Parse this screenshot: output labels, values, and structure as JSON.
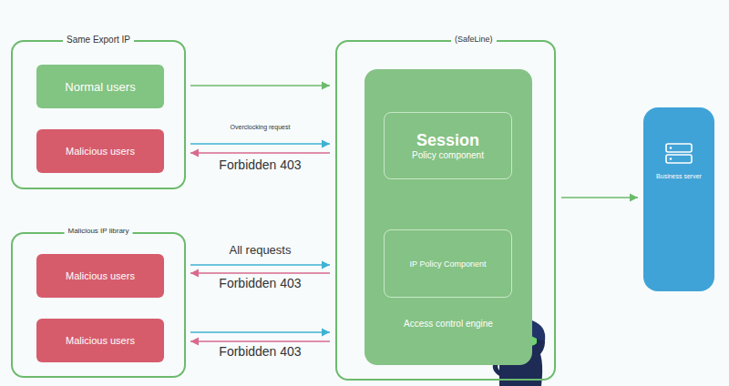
{
  "diagram": {
    "nodes": [
      {
        "text": [
          "Same Export IP"
        ]
      },
      {
        "text": [
          "Normal users"
        ],
        "in": 0
      },
      {
        "text": [
          "Malicious users"
        ],
        "in": 0
      },
      {
        "text": [
          "Malicious IP library"
        ]
      },
      {
        "text": [
          "Malicious users"
        ],
        "in": 3
      },
      {
        "text": [
          "Malicious users"
        ],
        "in": 3
      },
      {
        "text": [
          "(SafeLine)"
        ]
      },
      {
        "text": [
          "Access control engine"
        ],
        "in": 6
      },
      {
        "text": [
          "Session",
          "Policy component"
        ],
        "in": 7
      },
      {
        "text": [
          "IP Policy Component"
        ],
        "in": 7
      },
      {
        "text": [
          "Business server"
        ]
      }
    ],
    "edges": [
      {
        "from": 1,
        "to": 6,
        "arrow": "to"
      },
      {
        "from": 2,
        "to": 6,
        "label": "Overclocking request",
        "arrow": "to"
      },
      {
        "from": 6,
        "to": 2,
        "label": "Forbidden 403",
        "arrow": "to"
      },
      {
        "from": 4,
        "to": 6,
        "label": "All requests",
        "arrow": "to"
      },
      {
        "from": 6,
        "to": 4,
        "label": "Forbidden 403",
        "arrow": "to"
      },
      {
        "from": 5,
        "to": 6,
        "arrow": "to"
      },
      {
        "from": 6,
        "to": 5,
        "label": "Forbidden 403",
        "arrow": "to"
      },
      {
        "from": 6,
        "to": 10,
        "arrow": "to"
      }
    ]
  }
}
